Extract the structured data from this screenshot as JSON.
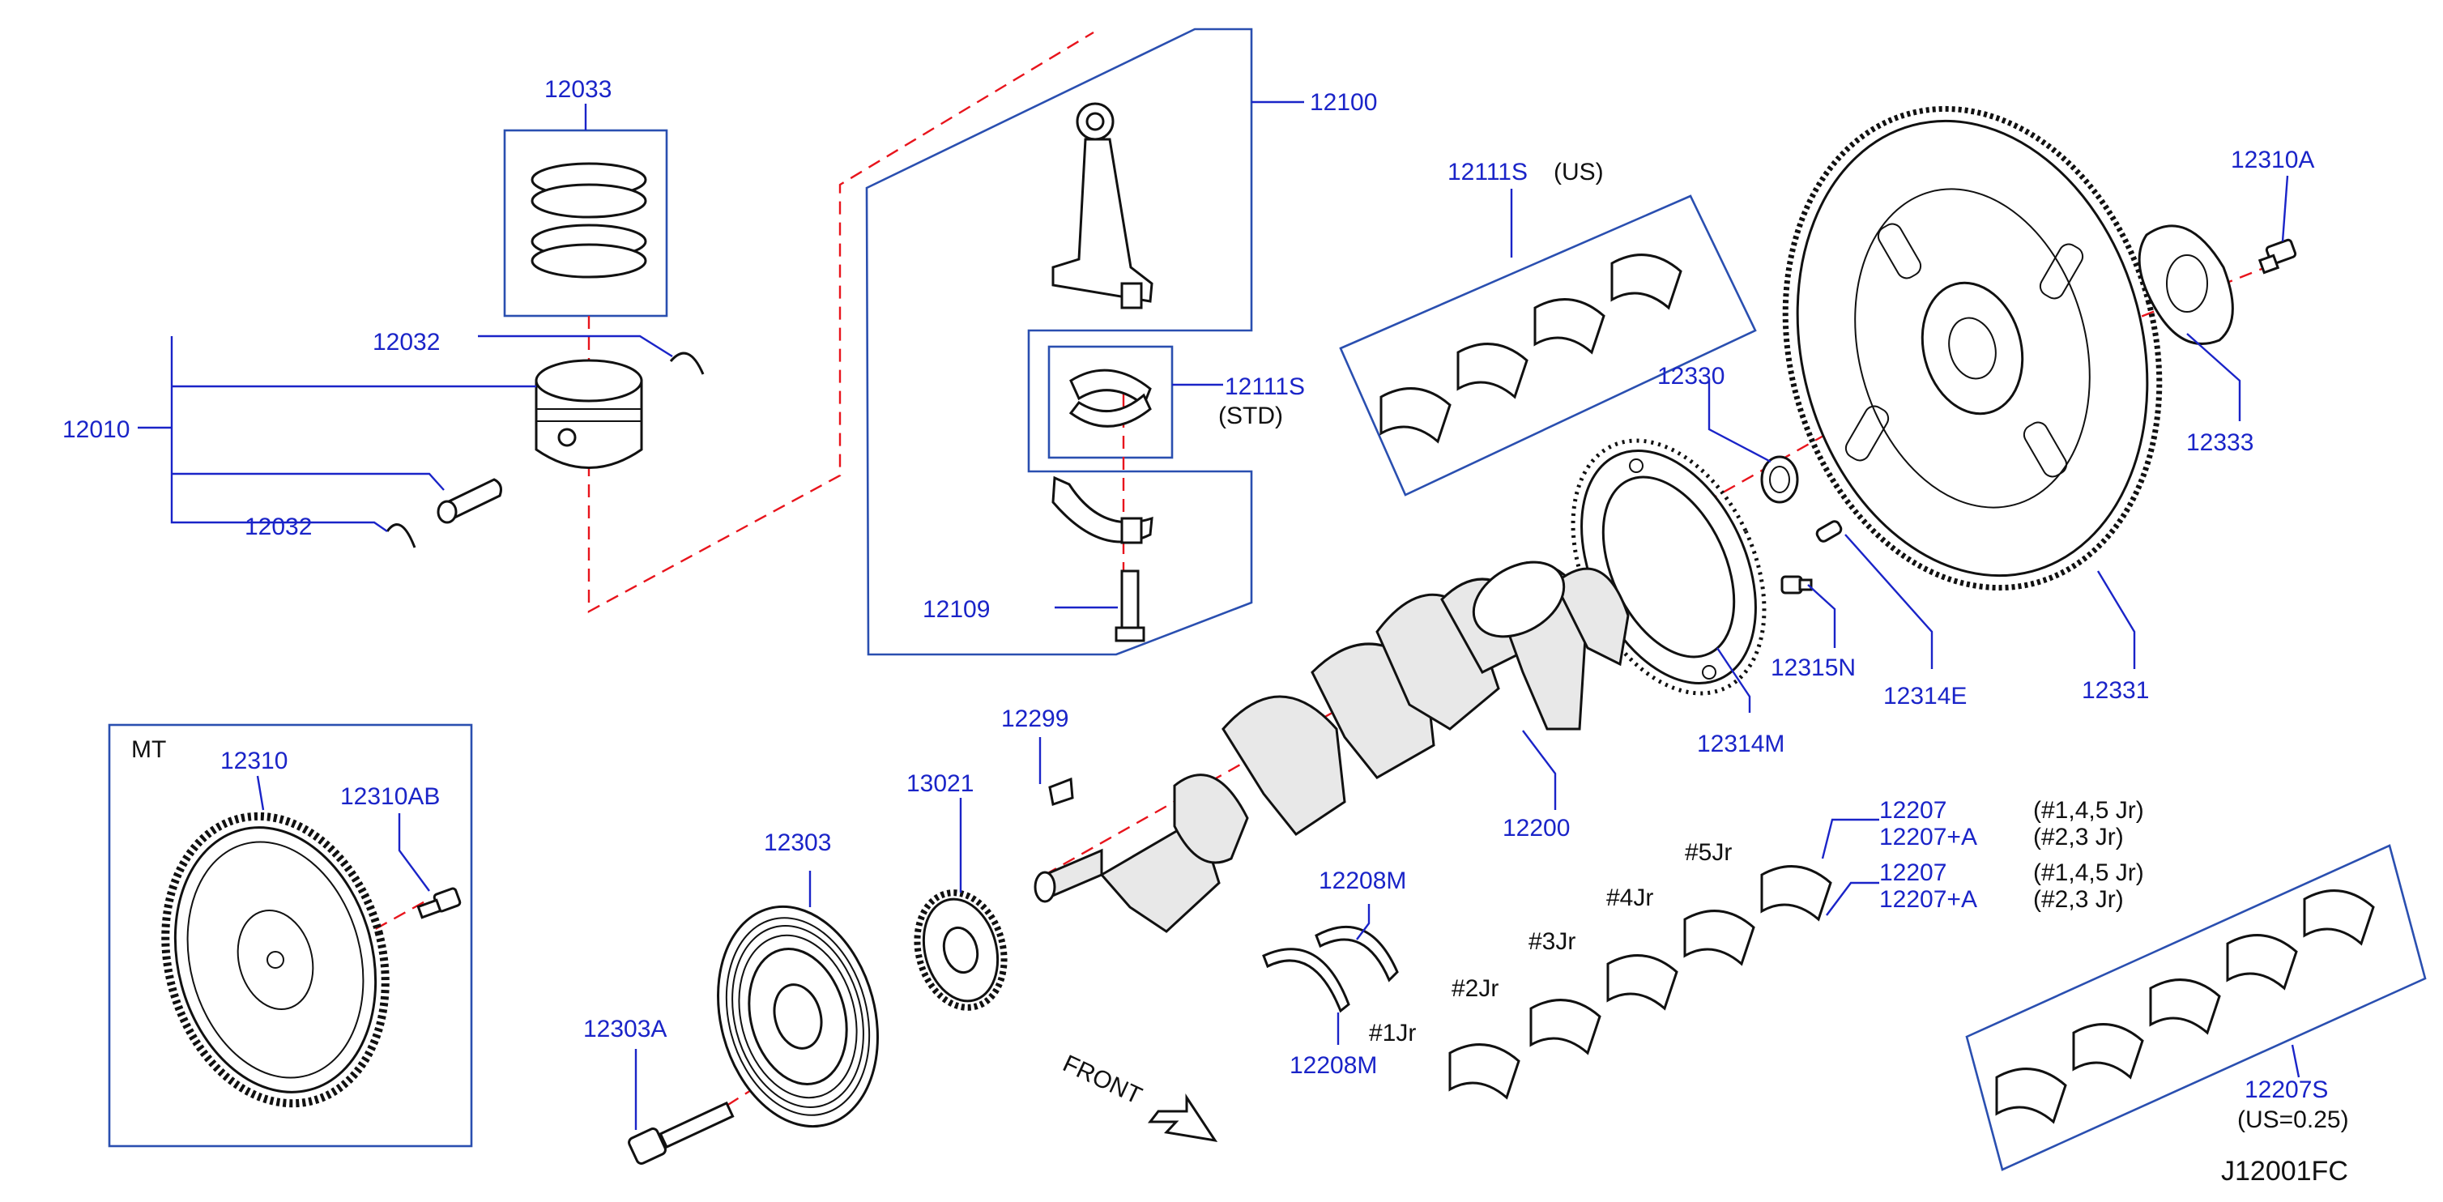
{
  "diagram_code": "J12001FC",
  "front_label": "FRONT",
  "mt_label": "MT",
  "parts": {
    "p12033": "12033",
    "p12032_top": "12032",
    "p12032_bottom": "12032",
    "p12010": "12010",
    "p12100": "12100",
    "p12111S_std": "12111S",
    "std_note": "(STD)",
    "p12109": "12109",
    "p12111S_us": "12111S",
    "us_note": "(US)",
    "p12330": "12330",
    "p12310A": "12310A",
    "p12333": "12333",
    "p12315N": "12315N",
    "p12314E": "12314E",
    "p12331": "12331",
    "p12314M": "12314M",
    "p12200": "12200",
    "p12299": "12299",
    "p13021": "13021",
    "p12303": "12303",
    "p12303A": "12303A",
    "p12310": "12310",
    "p12310AB": "12310AB",
    "p12208M_top": "12208M",
    "p12208M_bottom": "12208M",
    "p12207_a": "12207",
    "p12207A_a": "12207+A",
    "p12207_b": "12207",
    "p12207A_b": "12207+A",
    "p12207S": "12207S",
    "us025_note": "(US=0.25)"
  },
  "journal_notes": {
    "jr145_a": "(#1,4,5   Jr)",
    "jr23_a": "(#2,3   Jr)",
    "jr145_b": "(#1,4,5   Jr)",
    "jr23_b": "(#2,3   Jr)"
  },
  "journals": {
    "j1": "#1Jr",
    "j2": "#2Jr",
    "j3": "#3Jr",
    "j4": "#4Jr",
    "j5": "#5Jr"
  }
}
